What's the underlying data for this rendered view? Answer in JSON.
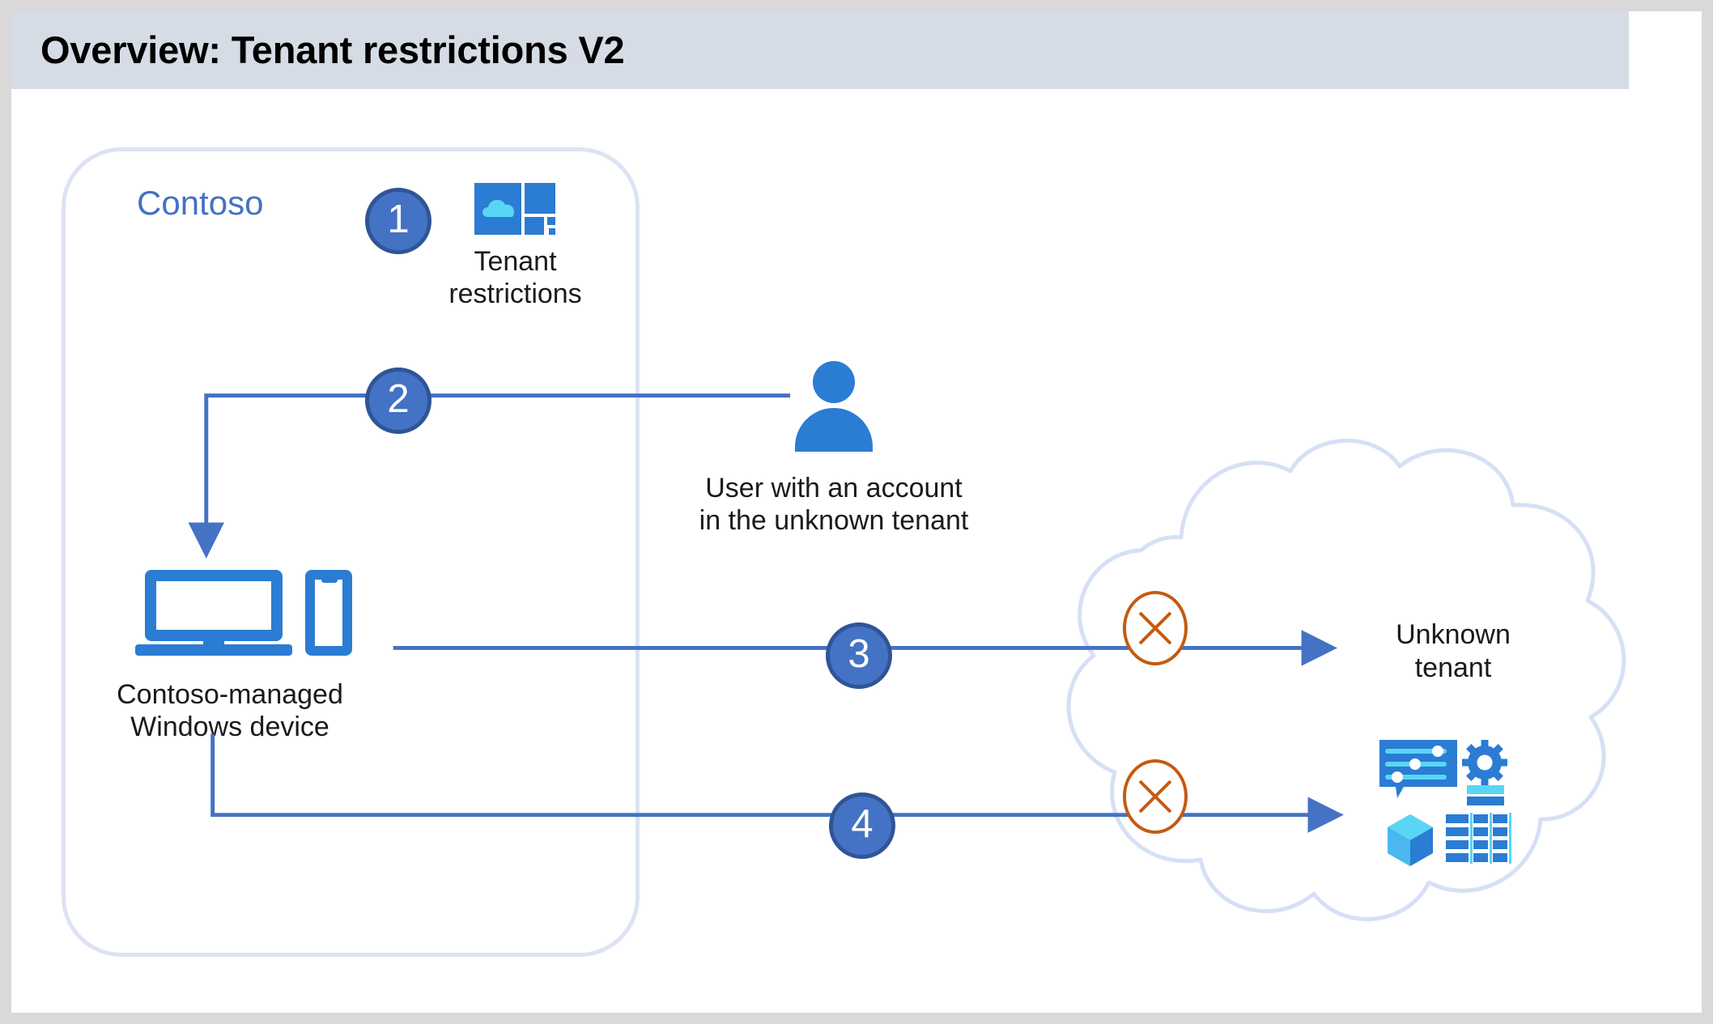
{
  "title": {
    "text": "Overview: Tenant restrictions V2"
  },
  "colors": {
    "title_bar_bg": "#d6dce5",
    "accent_blue": "#4472c4",
    "badge_border": "#2f5597",
    "icon_blue": "#2b7cd3",
    "icon_light_blue": "#4fc3f7",
    "block_orange": "#c55a11",
    "boundary_border": "#dce3f2",
    "cloud_stroke": "#d6e0f5",
    "page_border": "#d9d9d9"
  },
  "boundary": {
    "label": "Contoso"
  },
  "steps": [
    {
      "number": "1",
      "name": "step-1"
    },
    {
      "number": "2",
      "name": "step-2"
    },
    {
      "number": "3",
      "name": "step-3"
    },
    {
      "number": "4",
      "name": "step-4"
    }
  ],
  "nodes": {
    "tenant_restrictions": {
      "label": "Tenant\nrestrictions",
      "icon": "tenant-restrictions-icon"
    },
    "user": {
      "label": "User with an account\nin the unknown tenant",
      "icon": "user-person-icon"
    },
    "device": {
      "label": "Contoso-managed\nWindows device",
      "icon": "laptop-and-phone-icon"
    },
    "unknown_tenant": {
      "label": "Unknown\ntenant",
      "icon": "cloud-outline-icon"
    },
    "apps": {
      "icon": "cloud-apps-cluster-icon"
    }
  },
  "markers": {
    "blocked_3": "blocked-x-icon",
    "blocked_4": "blocked-x-icon"
  }
}
